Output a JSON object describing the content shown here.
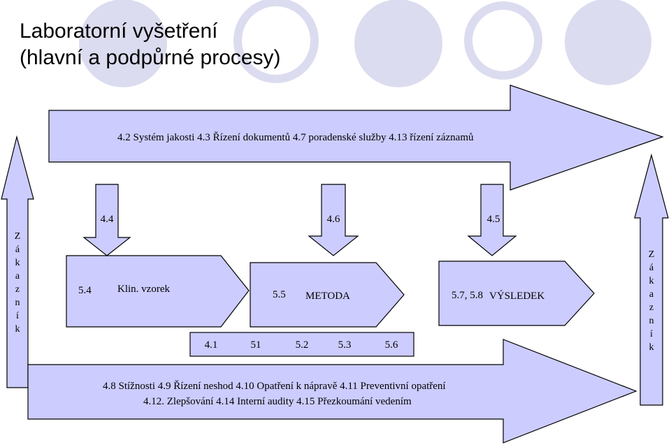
{
  "title": {
    "line1": "Laboratorní vyšetření",
    "line2": "(hlavní a podpůrné procesy)"
  },
  "top_arrow": {
    "text": "4.2 Systém jakosti 4.3 Řízení dokumentů 4.7 poradenské služby 4.13 řízení záznamů"
  },
  "down_arrows": [
    {
      "label": "4.4"
    },
    {
      "label": "4.6"
    },
    {
      "label": "4.5"
    }
  ],
  "process_steps": [
    {
      "code": "5.4",
      "label": "Klin. vzorek"
    },
    {
      "code": "5.5",
      "label": "METODA"
    },
    {
      "code": "5.7, 5.8",
      "label": "VÝSLEDEK"
    }
  ],
  "support_box": {
    "items": [
      "4.1",
      "51",
      "5.2",
      "5.3",
      "5.6"
    ]
  },
  "bottom_arrow": {
    "line1": "4.8 Stížnosti 4.9 Řízení  neshod 4.10 Opatření k nápravě 4.11 Preventivní opatření",
    "line2": "4.12. Zlepšování 4.14 Interní audity  4.15 Přezkoumání vedením"
  },
  "side_arrows": {
    "left_letters": [
      "Z",
      "á",
      "k",
      "a",
      "z",
      "n",
      "í",
      "k"
    ],
    "right_letters": [
      "Z",
      "á",
      "k",
      "a",
      "z",
      "n",
      "í",
      "k"
    ]
  },
  "colors": {
    "shape_fill": "#ccccff",
    "decor_circles": "#dcdcf0",
    "outline": "#000000"
  }
}
